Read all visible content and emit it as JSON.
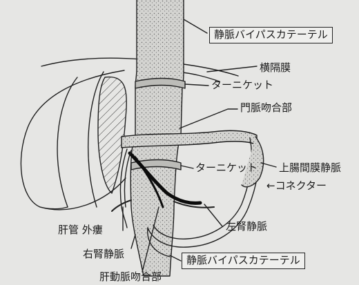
{
  "labels": {
    "bypass_top": "静脈バイパスカテーテル",
    "diaphragm": "横隔膜",
    "tourniquet_upper": "ターニケット",
    "portal_anastomosis": "門脈吻合部",
    "tourniquet_lower": "ターニケット",
    "superior_mesenteric_vein": "上腸間膜静脈",
    "connector": "←コネクター",
    "left_renal_vein": "左腎静脈",
    "bile_duct_drain": "肝管 外瘻",
    "right_renal_vein": "右腎静脈",
    "bypass_bottom": "静脈バイパスカテーテル",
    "hepatic_artery_anastomosis": "肝動脈吻合部"
  },
  "colors": {
    "background": "#e6e6e4",
    "ink": "#1a1a1a"
  }
}
